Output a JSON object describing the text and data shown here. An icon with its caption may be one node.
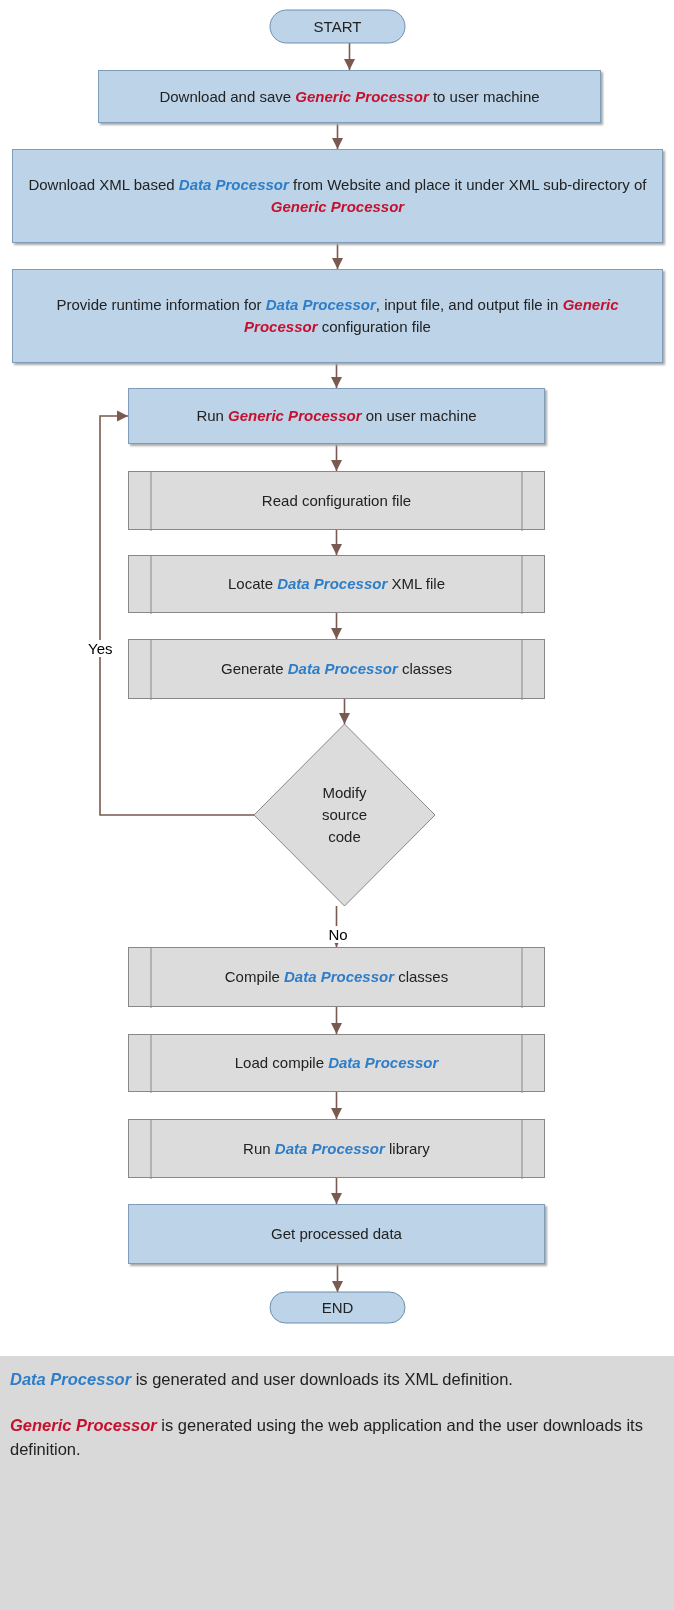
{
  "diagram": {
    "nodes": [
      {
        "text": [
          "START"
        ]
      },
      {
        "text": [
          "Download and save **Generic Processor** to user machine"
        ]
      },
      {
        "text": [
          "Download XML based *Data Processor* from Website and place it under XML sub-directory of **Generic Processor**"
        ]
      },
      {
        "text": [
          "Provide runtime information for *Data Processor*, input file, and output file in **Generic Processor** configuration file"
        ]
      },
      {
        "text": [
          "Run **Generic Processor** on user machine"
        ]
      },
      {
        "text": [
          "Read configuration file"
        ]
      },
      {
        "text": [
          "Locate *Data Processor* XML file"
        ]
      },
      {
        "text": [
          "Generate *Data Processor* classes"
        ]
      },
      {
        "text": [
          "Modify source code"
        ]
      },
      {
        "text": [
          "Compile *Data Processor* classes"
        ]
      },
      {
        "text": [
          "Load compile *Data Processor*"
        ]
      },
      {
        "text": [
          "Run *Data Processor* library"
        ]
      },
      {
        "text": [
          "Get processed data"
        ]
      },
      {
        "text": [
          "END"
        ]
      },
      {
        "text": [
          "*Data Processor* is generated and user downloads its XML definition.",
          "**Generic Processor** is generated using the web application and the user downloads its definition."
        ]
      }
    ],
    "edges": [
      {
        "from": 0,
        "to": 1,
        "arrow": "to"
      },
      {
        "from": 1,
        "to": 2,
        "arrow": "to"
      },
      {
        "from": 2,
        "to": 3,
        "arrow": "to"
      },
      {
        "from": 3,
        "to": 4,
        "arrow": "to"
      },
      {
        "from": 4,
        "to": 5,
        "arrow": "to"
      },
      {
        "from": 5,
        "to": 6,
        "arrow": "to"
      },
      {
        "from": 6,
        "to": 7,
        "arrow": "to"
      },
      {
        "from": 7,
        "to": 8,
        "arrow": "to"
      },
      {
        "from": 8,
        "to": 4,
        "arrow": "to",
        "label": "Yes"
      },
      {
        "from": 8,
        "to": 9,
        "arrow": "to",
        "label": "No"
      },
      {
        "from": 9,
        "to": 10,
        "arrow": "to"
      },
      {
        "from": 10,
        "to": 11,
        "arrow": "to"
      },
      {
        "from": 11,
        "to": 12,
        "arrow": "to"
      },
      {
        "from": 12,
        "to": 13,
        "arrow": "to"
      }
    ]
  }
}
